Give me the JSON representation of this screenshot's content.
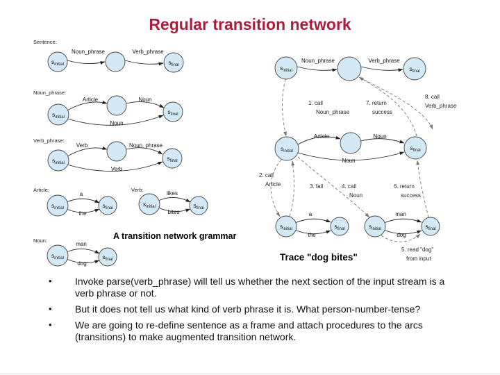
{
  "title": "Regular transition network",
  "node": {
    "s": "s",
    "initial": "initial",
    "final": "final"
  },
  "bullet_char": "•",
  "left": {
    "sentence_label": "Sentence:",
    "sentence": {
      "arc1": "Noun_phrase",
      "arc2": "Verb_phrase"
    },
    "noun_phrase_label": "Noun_phrase:",
    "noun_phrase": {
      "arc1": "Article",
      "arc2": "Noun",
      "arc3": "Noun"
    },
    "verb_phrase_label": "Verb_phrase:",
    "verb_phrase": {
      "arc1": "Verb",
      "arc2": "Noun_phrase",
      "arc3": "Verb"
    },
    "article_label": "Article:",
    "article": {
      "arc1": "a",
      "arc2": "the"
    },
    "verb_label": "Verb:",
    "verb": {
      "arc1": "likes",
      "arc2": "bites"
    },
    "noun_label": "Noun:",
    "noun": {
      "arc1": "man",
      "arc2": "dog"
    },
    "caption": "A transition network grammar"
  },
  "trace": {
    "row1": {
      "arc1": "Noun_phrase",
      "arc2": "Verb_phrase"
    },
    "row2": {
      "arc1": "Article",
      "arc2": "Noun",
      "arc3": "Noun"
    },
    "row3a": {
      "arc1": "a",
      "arc2": "the"
    },
    "row3b": {
      "arc1": "man",
      "arc2": "dog"
    },
    "step1a": "1. call",
    "step1b": "Noun_phrase",
    "step2a": "2. call",
    "step2b": "Article",
    "step3": "3. fail",
    "step4a": "4. call",
    "step4b": "Noun",
    "step5a": "5. read \"dog\"",
    "step5b": "from input",
    "step6a": "6. return",
    "step6b": "success",
    "step7a": "7. return",
    "step7b": "success",
    "step8a": "8. call",
    "step8b": "Verb_phrase",
    "caption": "Trace \"dog bites\""
  },
  "bullets": [
    "Invoke parse(verb_phrase) will tell us whether the next section of the input stream is a verb phrase or not.",
    "But it does not tell us what kind of verb phrase it is. What person-number-tense?",
    "We are going to re-define sentence as a frame and attach procedures to the arcs (transitions) to make augmented transition network."
  ],
  "colors": {
    "title": "#b01b3c",
    "node_fill": "#d3e9f5",
    "node_stroke": "#444444"
  }
}
